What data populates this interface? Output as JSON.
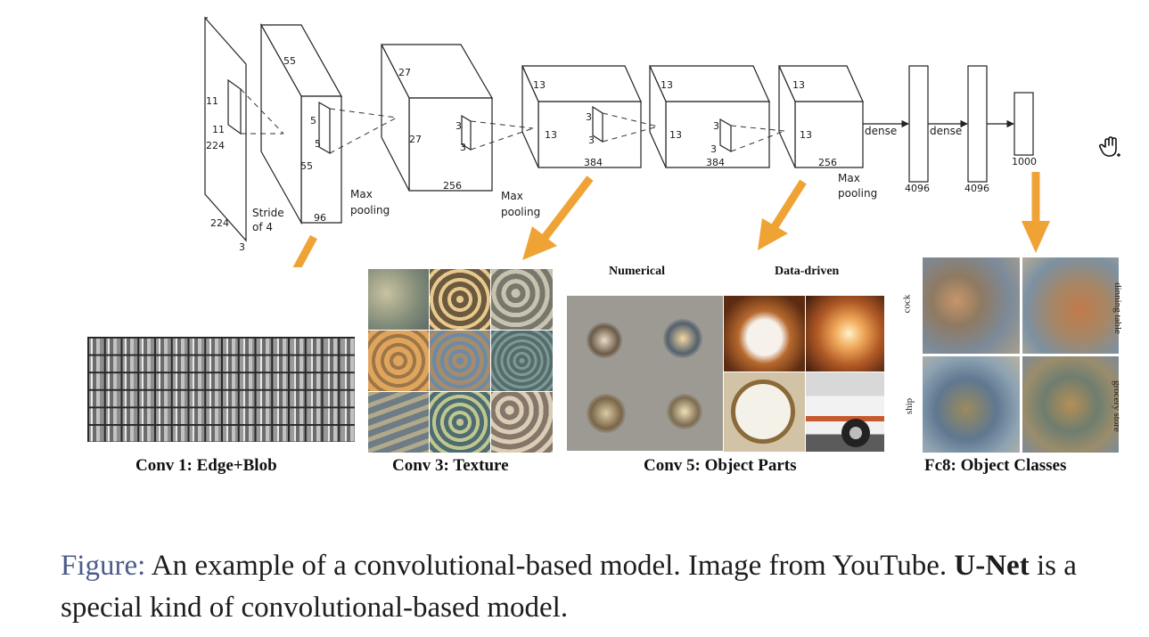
{
  "architecture": {
    "input": {
      "w": "224",
      "h": "224",
      "d": "3",
      "kernel_a": "11",
      "kernel_b": "11",
      "stride_a": "Stride",
      "stride_b": "of 4"
    },
    "conv1": {
      "w": "55",
      "h": "55",
      "d": "96",
      "kernel_a": "5",
      "kernel_b": "5",
      "pool_a": "Max",
      "pool_b": "pooling"
    },
    "conv2": {
      "w": "27",
      "h": "27",
      "d": "256",
      "kernel_a": "3",
      "kernel_b": "3",
      "pool_a": "Max",
      "pool_b": "pooling"
    },
    "conv3": {
      "w": "13",
      "h": "13",
      "d": "384",
      "kernel_a": "3",
      "kernel_b": "3"
    },
    "conv4": {
      "w": "13",
      "h": "13",
      "d": "384",
      "kernel_a": "3",
      "kernel_b": "3"
    },
    "conv5": {
      "w": "13",
      "h": "13",
      "d": "256",
      "pool_a": "Max",
      "pool_b": "pooling"
    },
    "dense_label_1": "dense",
    "dense_label_2": "dense",
    "fc6": "4096",
    "fc7": "4096",
    "fc8": "1000"
  },
  "panels": {
    "conv1_title": "Conv 1: Edge+Blob",
    "conv3_title": "Conv 3: Texture",
    "conv5_title": "Conv 5: Object Parts",
    "conv5_sub_left": "Numerical",
    "conv5_sub_right": "Data-driven",
    "fc8_title": "Fc8: Object Classes",
    "fc8_classes": [
      "cock",
      "dinning table",
      "ship",
      "grocery store"
    ]
  },
  "caption": {
    "lead": "Figure:",
    "text_1": " An example of a convolutional-based model. Image from YouTube. ",
    "bold": "U-Net",
    "text_2": " is a special kind of convolutional-based model."
  },
  "colors": {
    "arrow": "#f0a335",
    "caption_lead": "#4b5b8c"
  },
  "icons": {
    "cursor": "grab-hand-icon"
  }
}
